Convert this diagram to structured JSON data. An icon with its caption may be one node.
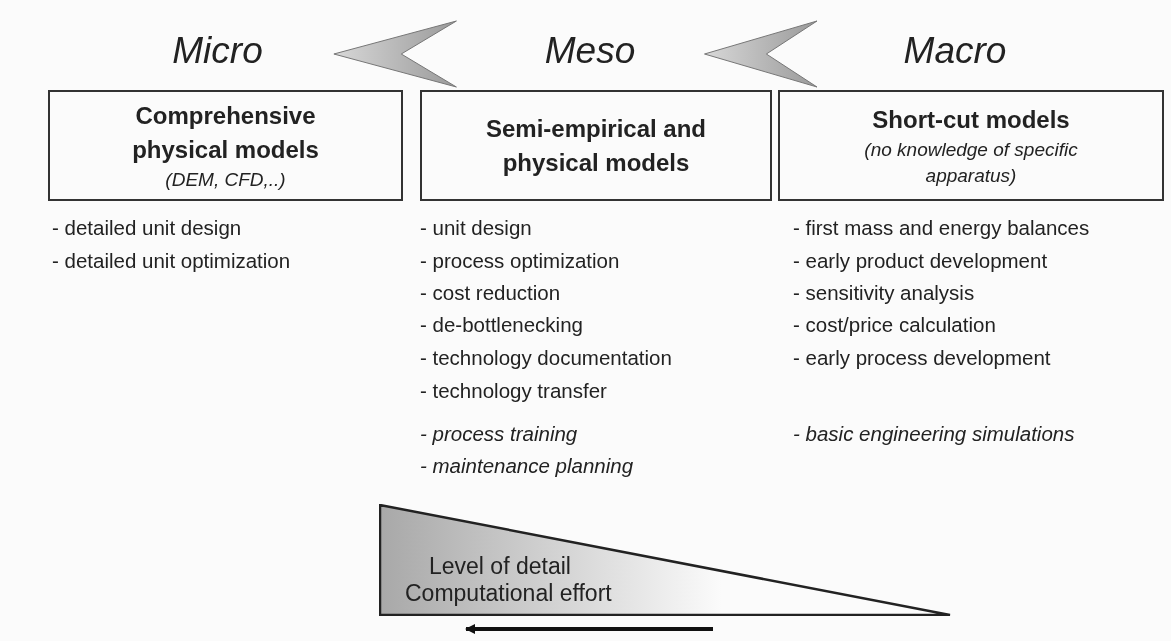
{
  "diagram": {
    "nodes": [
      {
        "text": [
          "Micro"
        ]
      },
      {
        "text": [
          "Meso"
        ]
      },
      {
        "text": [
          "Macro"
        ]
      },
      {
        "text": [
          "Comprehensive physical models",
          "(DEM, CFD,..)"
        ]
      },
      {
        "text": [
          "Semi-empirical and physical models"
        ]
      },
      {
        "text": [
          "Short-cut models",
          "(no knowledge of specific apparatus)"
        ]
      },
      {
        "text": [
          "Level of detail",
          "Computational effort"
        ]
      }
    ],
    "edges": [
      {
        "from": 1,
        "to": 0,
        "arrow": "to"
      },
      {
        "from": 2,
        "to": 1,
        "arrow": "to"
      }
    ],
    "labels": [
      "- detailed unit design",
      "- detailed unit optimization",
      "- unit design",
      "- process optimization",
      "- cost reduction",
      "- de-bottlenecking",
      "- technology documentation",
      "- technology transfer",
      "- process training",
      "- maintenance planning",
      "- first mass and energy balances",
      "- early product development",
      "- sensitivity analysis",
      "- cost/price calculation",
      "- early process development",
      "- basic engineering simulations"
    ]
  }
}
